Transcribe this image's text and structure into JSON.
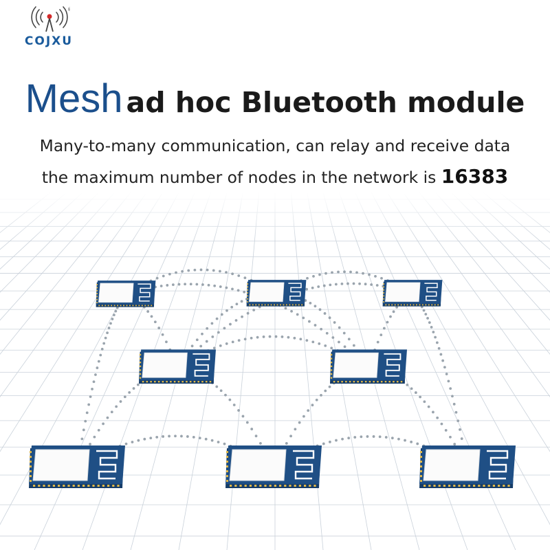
{
  "brand": {
    "name": "COJXU",
    "registered_mark": "®",
    "color": "#1a5b9c"
  },
  "headline": {
    "highlight": "Mesh",
    "rest": "ad hoc Bluetooth module",
    "highlight_color": "#1b4f8c"
  },
  "subtitle": {
    "line1": "Many-to-many communication, can relay and receive data",
    "line2_prefix": "the maximum number of nodes in the network is",
    "max_nodes": "16383"
  },
  "illustration": {
    "module_color": "#1f4f85",
    "dot_color": "#9aa4ad",
    "grid_color": "#c9d1da",
    "modules": [
      {
        "id": "m1",
        "row": "top"
      },
      {
        "id": "m2",
        "row": "top"
      },
      {
        "id": "m3",
        "row": "top"
      },
      {
        "id": "m4",
        "row": "middle"
      },
      {
        "id": "m5",
        "row": "middle"
      },
      {
        "id": "m6",
        "row": "bottom"
      },
      {
        "id": "m7",
        "row": "bottom"
      },
      {
        "id": "m8",
        "row": "bottom"
      }
    ],
    "links": [
      [
        "m1",
        "m2"
      ],
      [
        "m2",
        "m3"
      ],
      [
        "m1",
        "m4"
      ],
      [
        "m2",
        "m4"
      ],
      [
        "m2",
        "m5"
      ],
      [
        "m3",
        "m5"
      ],
      [
        "m4",
        "m5"
      ],
      [
        "m4",
        "m6"
      ],
      [
        "m4",
        "m7"
      ],
      [
        "m5",
        "m7"
      ],
      [
        "m5",
        "m8"
      ],
      [
        "m6",
        "m7"
      ],
      [
        "m7",
        "m8"
      ],
      [
        "m1",
        "m6"
      ],
      [
        "m3",
        "m8"
      ],
      [
        "m1",
        "m5"
      ],
      [
        "m3",
        "m4"
      ]
    ]
  }
}
